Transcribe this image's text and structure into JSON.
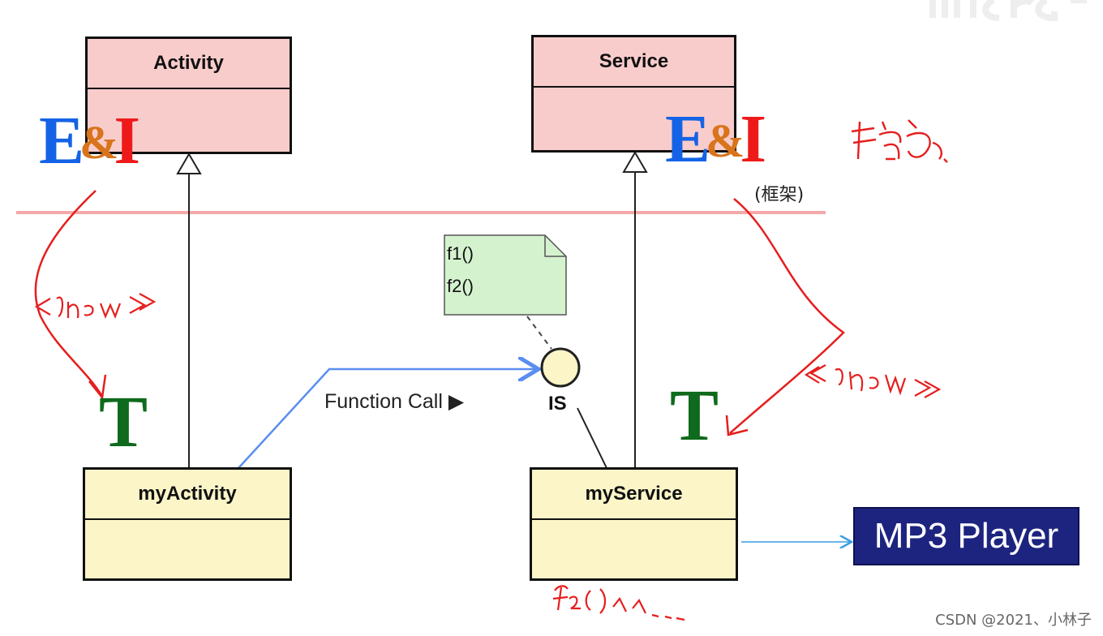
{
  "diagram": {
    "classes": {
      "activity": "Activity",
      "service": "Service",
      "my_activity": "myActivity",
      "my_service": "myService"
    },
    "ei_logo": {
      "e": "E",
      "amp": "&",
      "i": "I"
    },
    "t_logo": "T",
    "framework_label": "(框架)",
    "function_call_label": "Function Call ▶",
    "interface_label": "IS",
    "interface_note": {
      "line1": "f1()",
      "line2": "f2()"
    },
    "mp3_player": "MP3 Player",
    "watermark": "CSDN @2021、小林子",
    "colors": {
      "framework_class_fill": "#f9cccc",
      "app_class_fill": "#fbf5c8",
      "note_fill": "#d5f2cf",
      "interface_fill": "#fbf5c8",
      "function_call_arrow": "#5b8ef0",
      "ink_annotation": "#e61e1e",
      "mp3_fill": "#1d247f",
      "divider": "#f4a9a9"
    }
  }
}
